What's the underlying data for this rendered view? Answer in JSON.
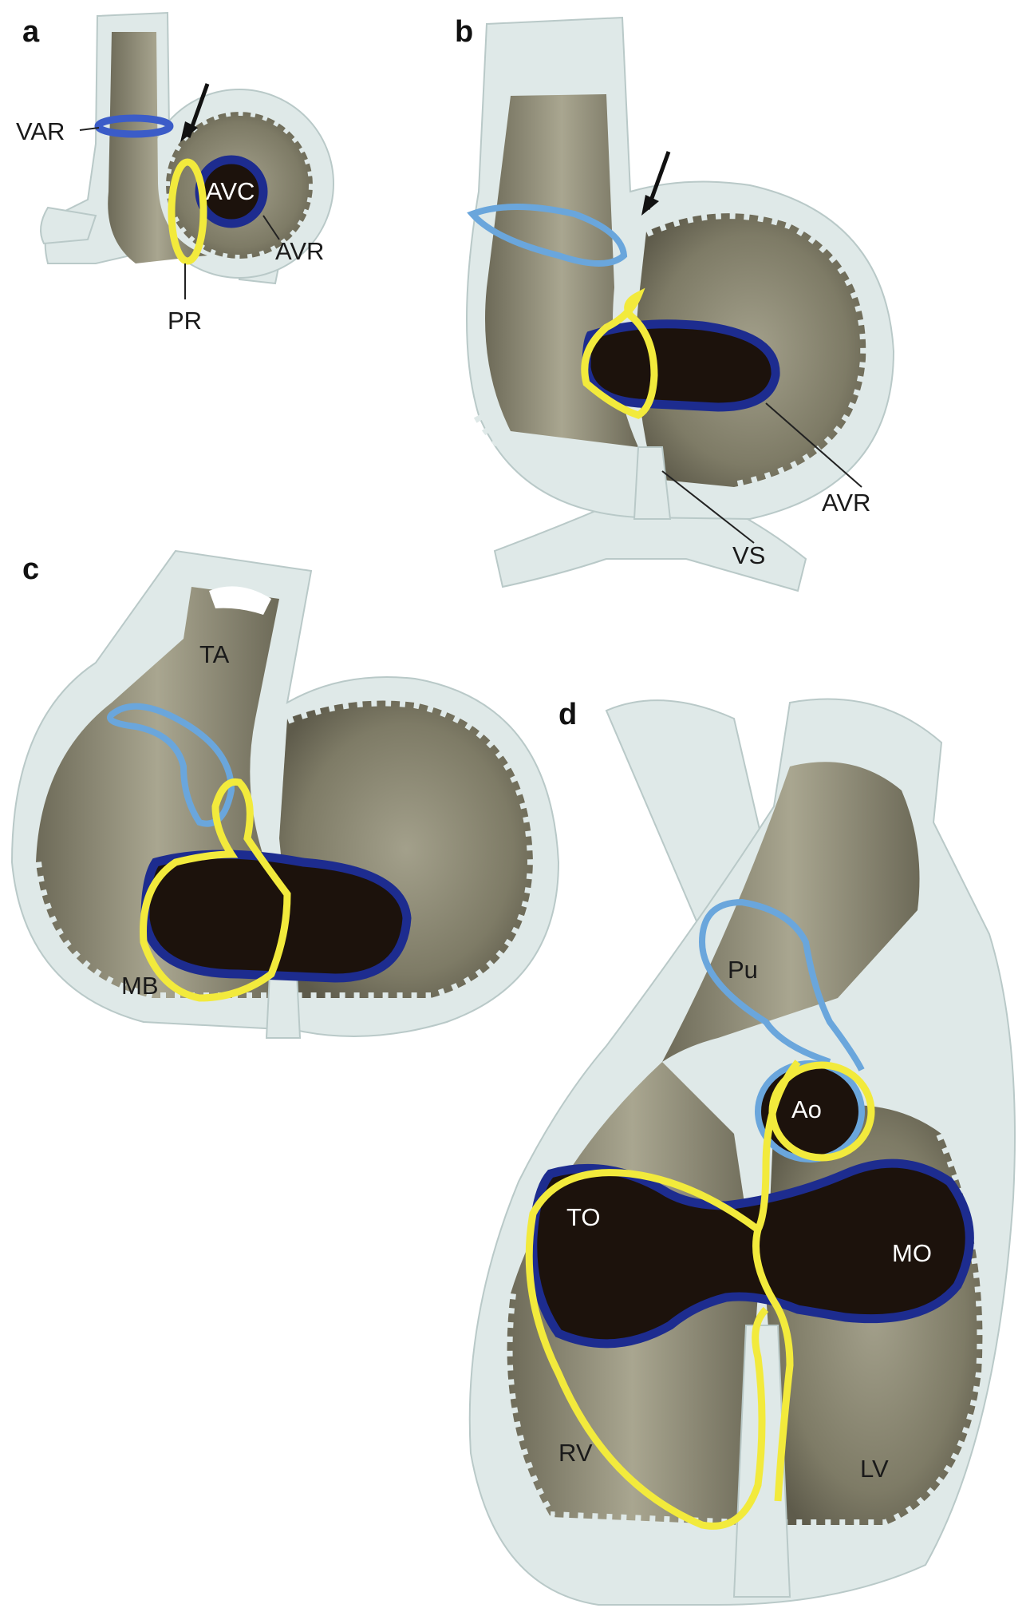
{
  "panels": {
    "a": {
      "letter": "a",
      "labels": {
        "var": "VAR",
        "avc": "AVC",
        "avr": "AVR",
        "pr": "PR"
      }
    },
    "b": {
      "letter": "b",
      "labels": {
        "avr": "AVR",
        "vs": "VS"
      }
    },
    "c": {
      "letter": "c",
      "labels": {
        "ta": "TA",
        "mb": "MB"
      }
    },
    "d": {
      "letter": "d",
      "labels": {
        "pu": "Pu",
        "ao": "Ao",
        "to": "TO",
        "mo": "MO",
        "rv": "RV",
        "lv": "LV"
      }
    }
  },
  "colors": {
    "wall": "#dfe9e8",
    "cavity": "#8a8774",
    "orifice": "#1c120c",
    "av_ring": "#1d2c8f",
    "ventriculoarterial_ring": "#6aa6dc",
    "primary_ring": "#f2ea3c"
  }
}
